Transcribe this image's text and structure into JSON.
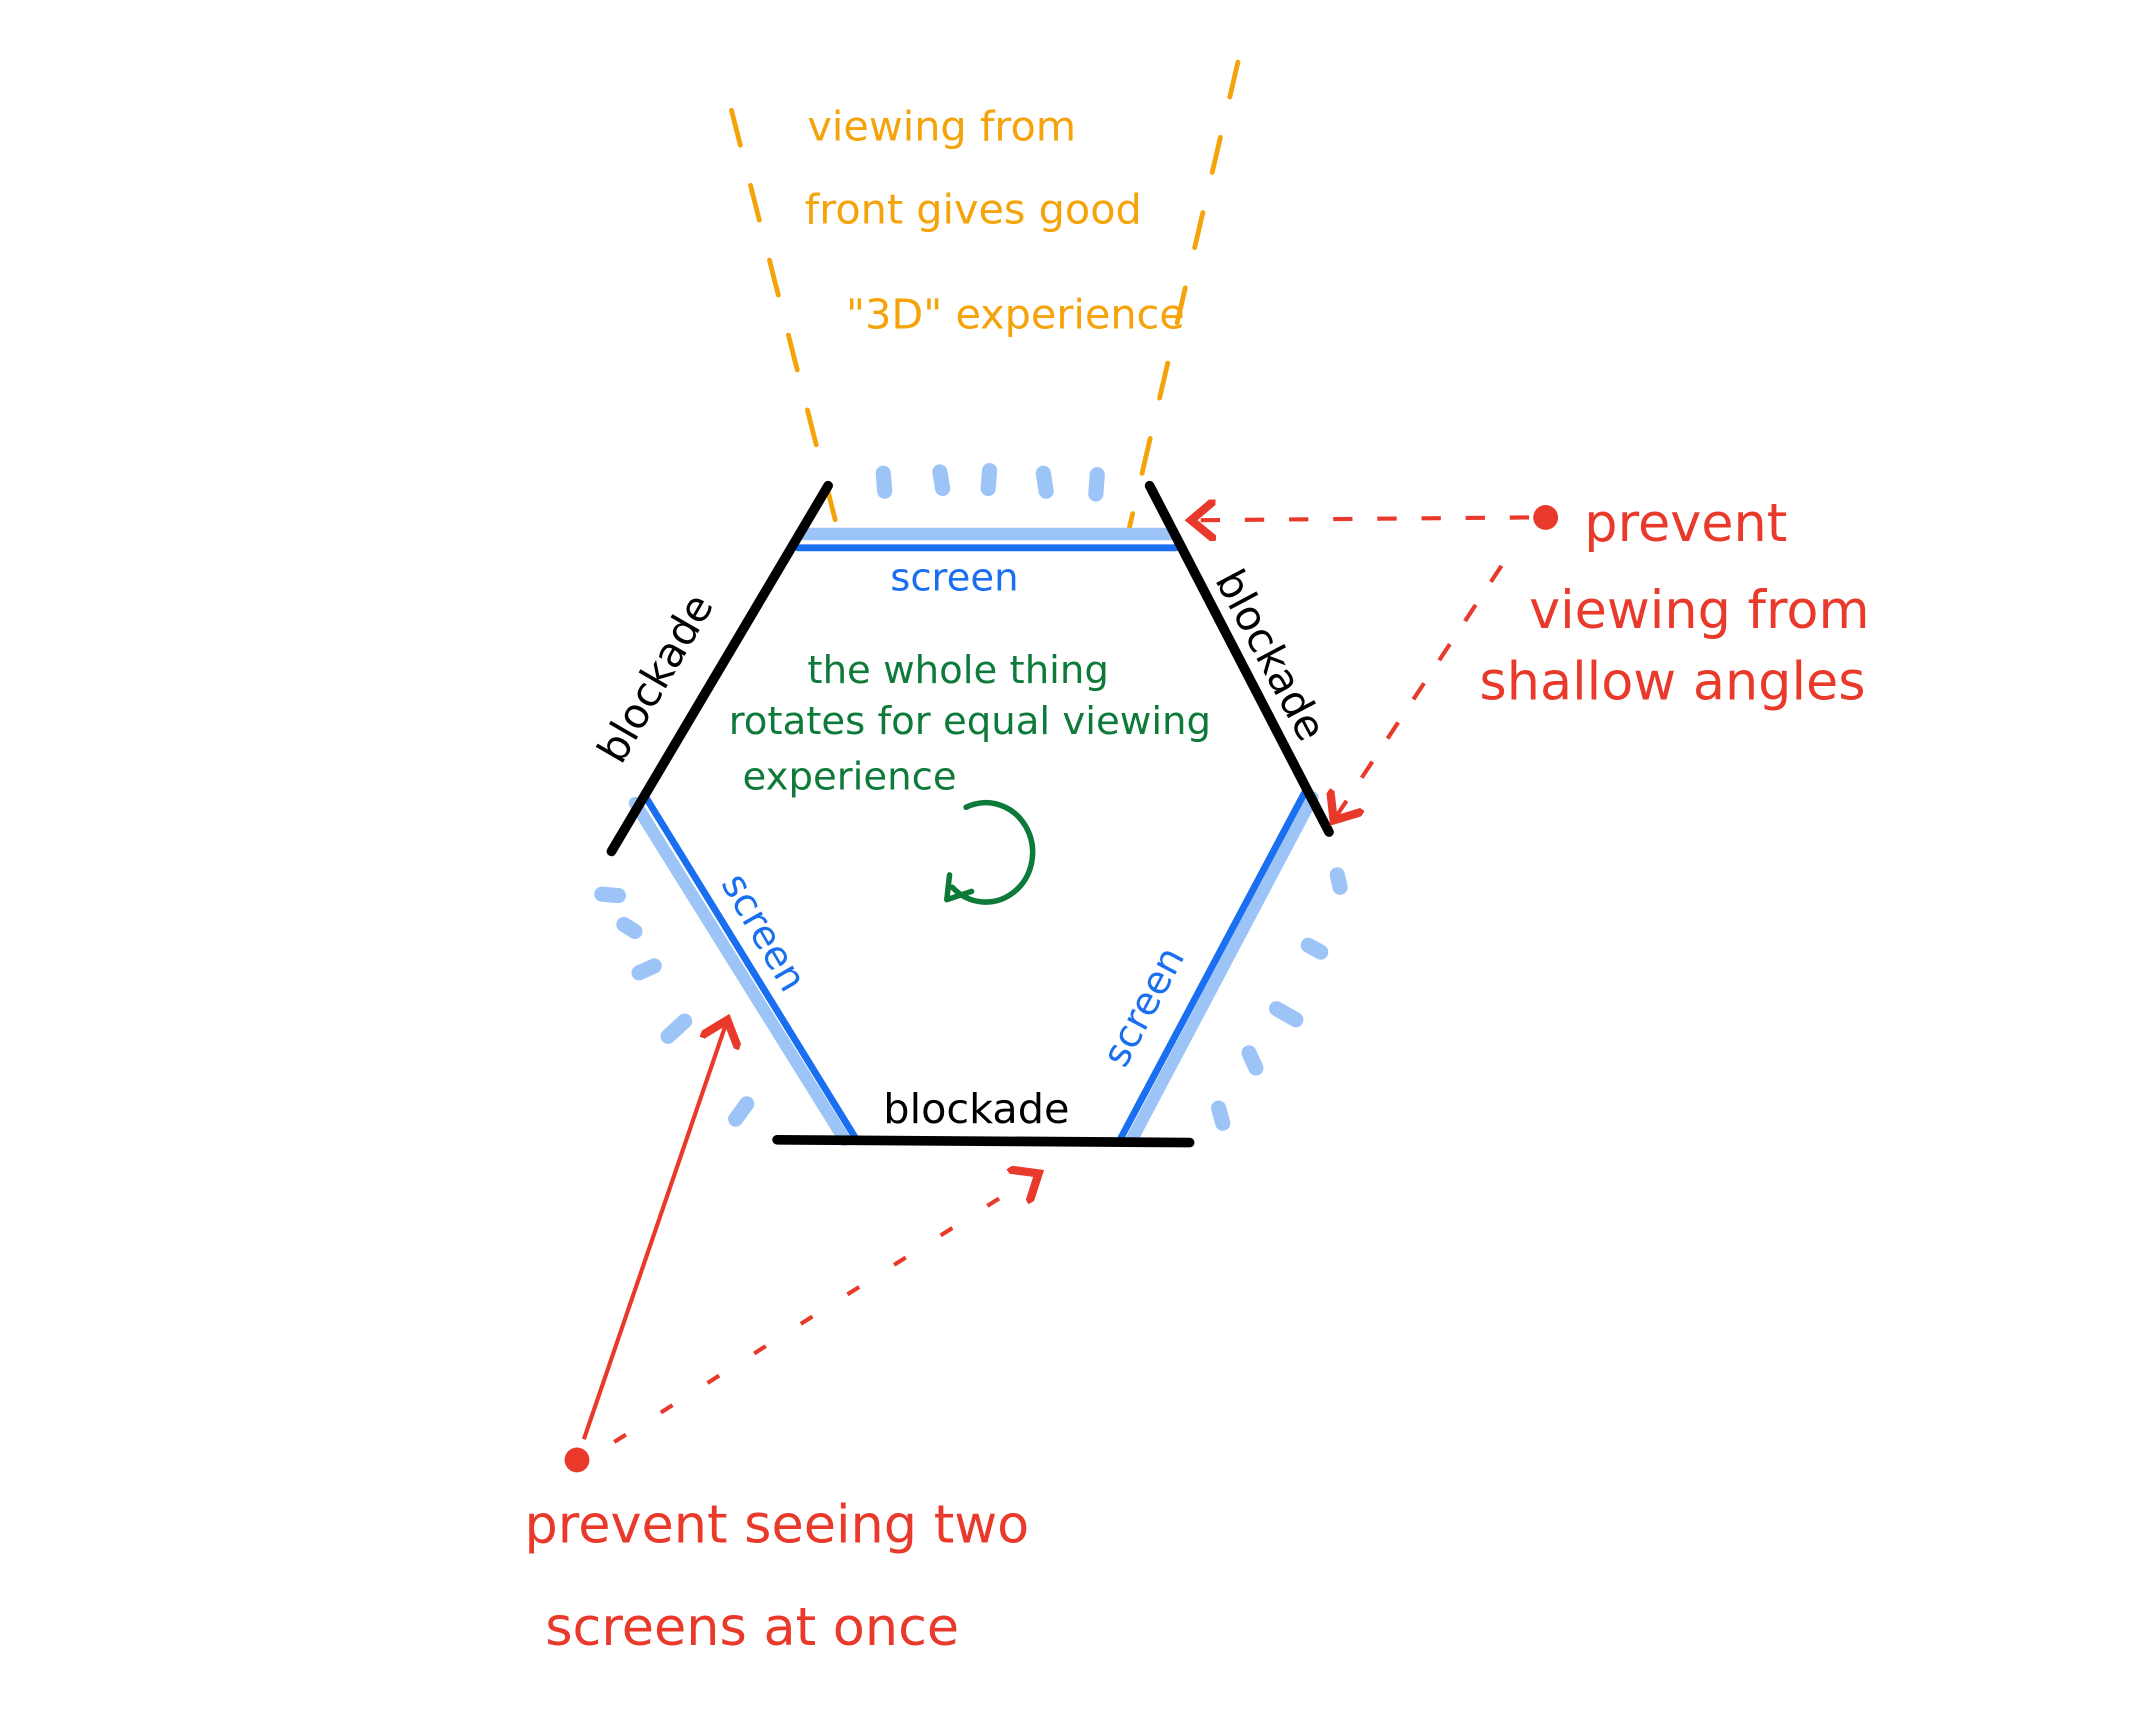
{
  "colors": {
    "view_cone": "#f5a30a",
    "screen": "#1a6ff0",
    "screen_glow": "#9cc4f7",
    "blockade": "#000000",
    "rotation_note": "#0e7a3a",
    "annotation": "#e8392a"
  },
  "view_cone_note": [
    "viewing from",
    "front gives good",
    "\"3D\" experience"
  ],
  "labels": {
    "screen_top": "screen",
    "screen_left": "screen",
    "screen_right": "screen",
    "blockade_left": "blockade",
    "blockade_right": "blockade",
    "blockade_bottom": "blockade"
  },
  "rotation_note": [
    "the whole thing",
    "rotates for equal viewing",
    "experience"
  ],
  "shallow_angle_note": [
    "prevent",
    "viewing from",
    "shallow angles"
  ],
  "two_screens_note": [
    "prevent seeing two",
    "screens at once"
  ],
  "icons": {
    "rotation": "circular-arrow-icon"
  }
}
